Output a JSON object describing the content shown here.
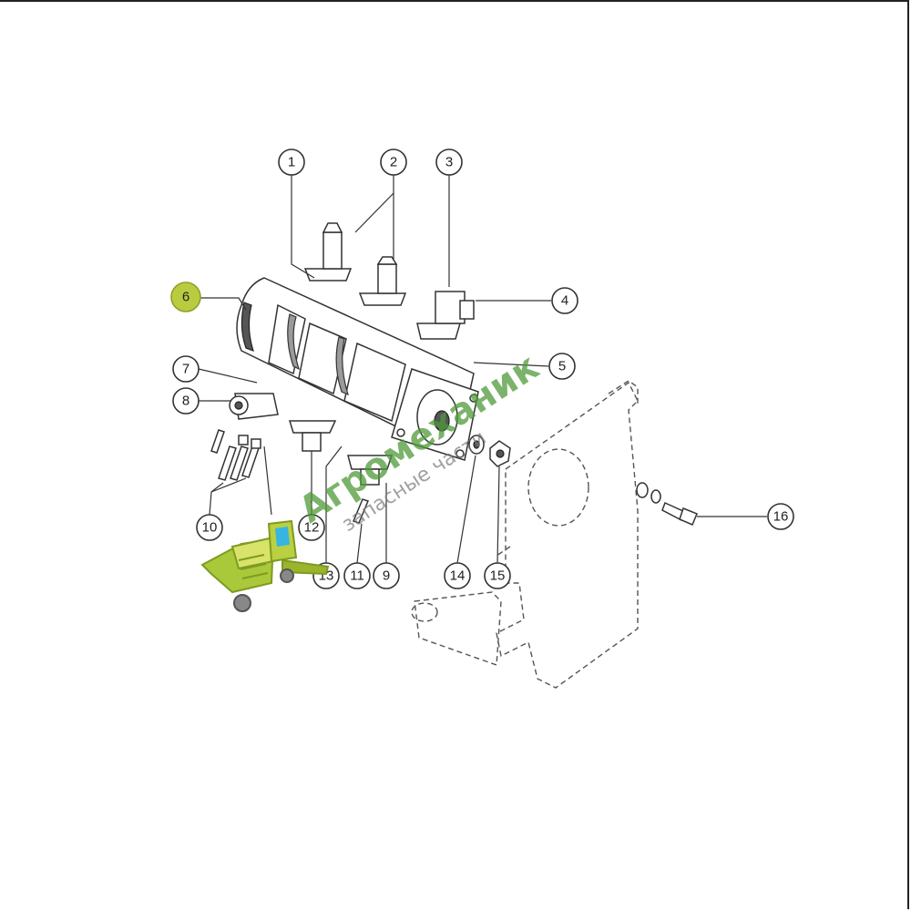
{
  "callouts": [
    {
      "id": "1",
      "label": "1"
    },
    {
      "id": "2",
      "label": "2"
    },
    {
      "id": "3",
      "label": "3"
    },
    {
      "id": "4",
      "label": "4"
    },
    {
      "id": "5a",
      "label": "5"
    },
    {
      "id": "6",
      "label": "6"
    },
    {
      "id": "7",
      "label": "7"
    },
    {
      "id": "8",
      "label": "8"
    },
    {
      "id": "9",
      "label": "9"
    },
    {
      "id": "10",
      "label": "10"
    },
    {
      "id": "11",
      "label": "11"
    },
    {
      "id": "12",
      "label": "12"
    },
    {
      "id": "13",
      "label": "13"
    },
    {
      "id": "14",
      "label": "14"
    },
    {
      "id": "15",
      "label": "15"
    },
    {
      "id": "16",
      "label": "16"
    }
  ],
  "highlight_color": "#b9cc3f",
  "watermark": {
    "brand": "Агромеханик",
    "subtitle": "запасные части",
    "color": "#4f9a3a",
    "logo_icon": "combine-harvester-icon"
  }
}
